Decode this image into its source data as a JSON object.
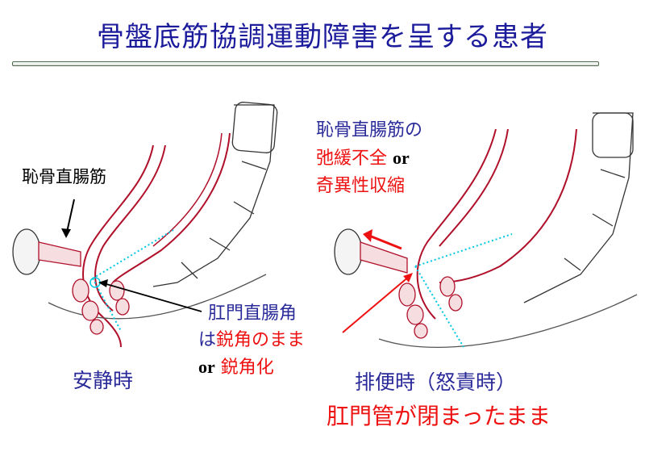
{
  "title": "骨盤底筋協調運動障害を呈する患者",
  "left_panel": {
    "muscle_label": "恥骨直腸筋",
    "angle_label": "肛門直腸角",
    "angle_prefix": "は",
    "angle_state": "鋭角のまま",
    "or_label": "or",
    "angle_state_alt": "鋭角化",
    "caption": "安静時"
  },
  "right_panel": {
    "muscle_label": "恥骨直腸筋の",
    "dysfunction_1": "弛緩不全",
    "or_label": "or",
    "dysfunction_2": "奇異性収縮",
    "caption": "排便時（怒責時）",
    "result": "肛門管が閉まったまま"
  },
  "colors": {
    "title": "#1b1b9c",
    "text_blue": "#2a2a9a",
    "text_red": "#ee1111",
    "muscle": "#b0102a",
    "guide_line": "#00c8e0"
  }
}
